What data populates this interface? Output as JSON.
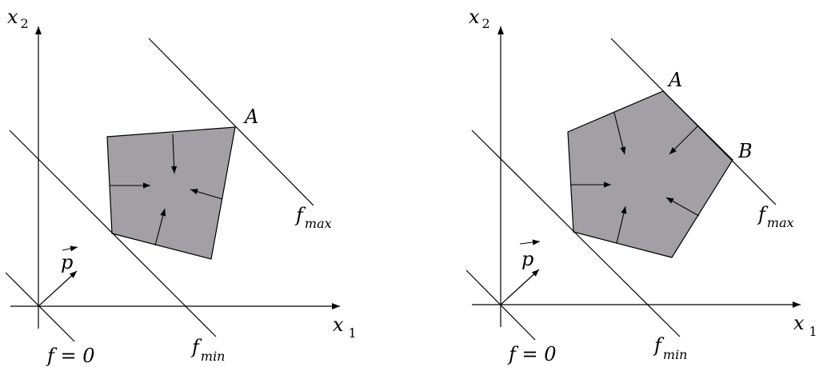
{
  "left_panel": {
    "axis_x_label": "x",
    "axis_x_sub": "1",
    "axis_y_label": "x",
    "axis_y_sub": "2",
    "vector_label": "p",
    "f_zero_label": "f = 0",
    "f_min_main": "f",
    "f_min_sub": "min",
    "f_max_main": "f",
    "f_max_sub": "max",
    "vertex_A": "A"
  },
  "right_panel": {
    "axis_x_label": "x",
    "axis_x_sub": "1",
    "axis_y_label": "x",
    "axis_y_sub": "2",
    "vector_label": "p",
    "f_zero_label": "f = 0",
    "f_min_main": "f",
    "f_min_sub": "min",
    "f_max_main": "f",
    "f_max_sub": "max",
    "vertex_A": "A",
    "vertex_B": "B"
  },
  "colors": {
    "region_fill": "#a2a0a5",
    "line": "#000000"
  }
}
